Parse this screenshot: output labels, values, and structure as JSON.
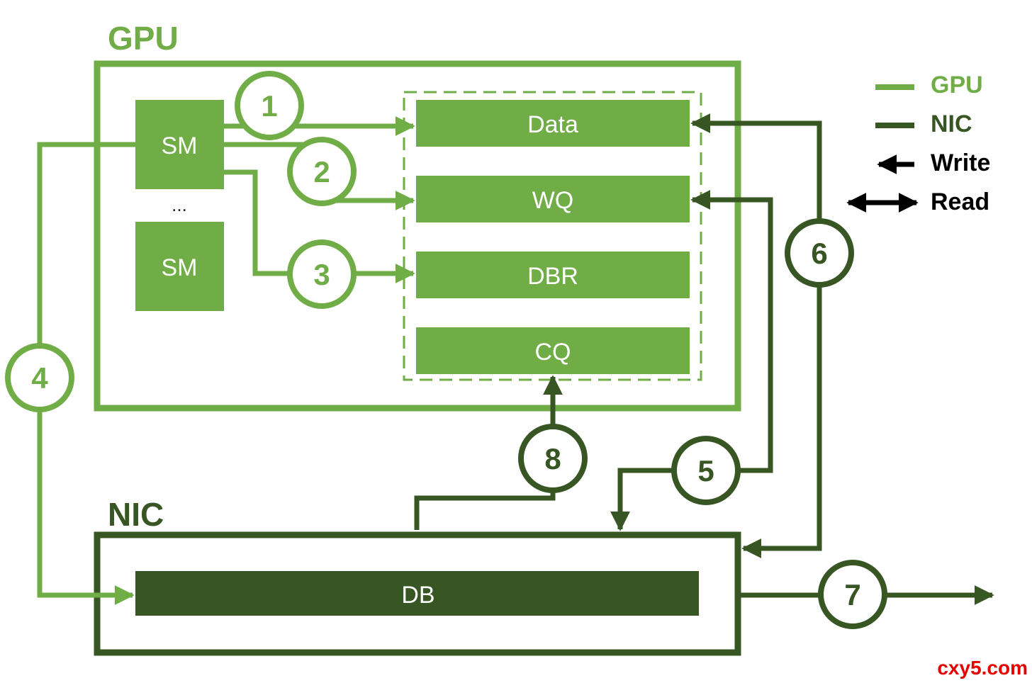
{
  "colors": {
    "gpu": "#70ad47",
    "nic": "#375623",
    "black": "#000000",
    "watermark": "#e60000"
  },
  "gpu": {
    "title": "GPU",
    "sm_label_1": "SM",
    "sm_label_2": "SM",
    "ellipsis": "...",
    "buffers": {
      "data": "Data",
      "wq": "WQ",
      "dbr": "DBR",
      "cq": "CQ"
    }
  },
  "nic": {
    "title": "NIC",
    "db": "DB"
  },
  "steps": [
    "1",
    "2",
    "3",
    "4",
    "5",
    "6",
    "7",
    "8"
  ],
  "legend": {
    "gpu": "GPU",
    "nic": "NIC",
    "write": "Write",
    "read": "Read"
  },
  "watermark": "cxy5.com"
}
